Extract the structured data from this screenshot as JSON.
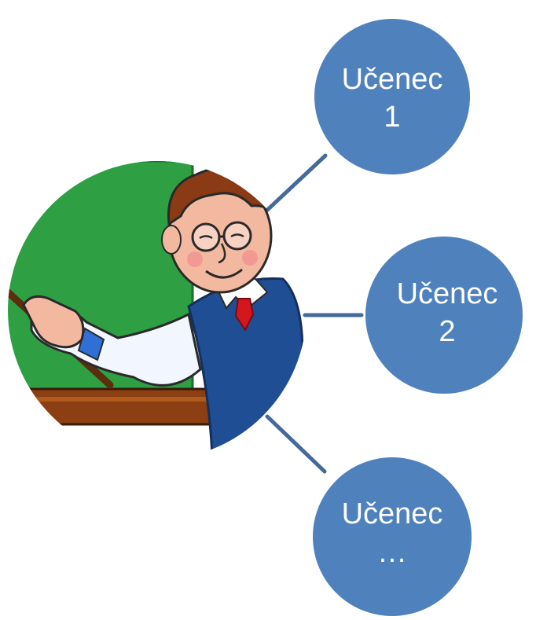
{
  "diagram": {
    "center": {
      "image": "teacher-pointing-at-chalkboard-illustration"
    },
    "nodes": [
      {
        "line1": "Učenec",
        "line2": "1"
      },
      {
        "line1": "Učenec",
        "line2": "2"
      },
      {
        "line1": "Učenec",
        "line2": "…"
      }
    ]
  },
  "colors": {
    "node_fill": "#4f81bd",
    "connector": "#436a9a",
    "node_text": "#ffffff",
    "chalkboard": "#2ea043",
    "vest": "#1f4e95",
    "tie": "#d4161f",
    "desk": "#8b3f12"
  }
}
